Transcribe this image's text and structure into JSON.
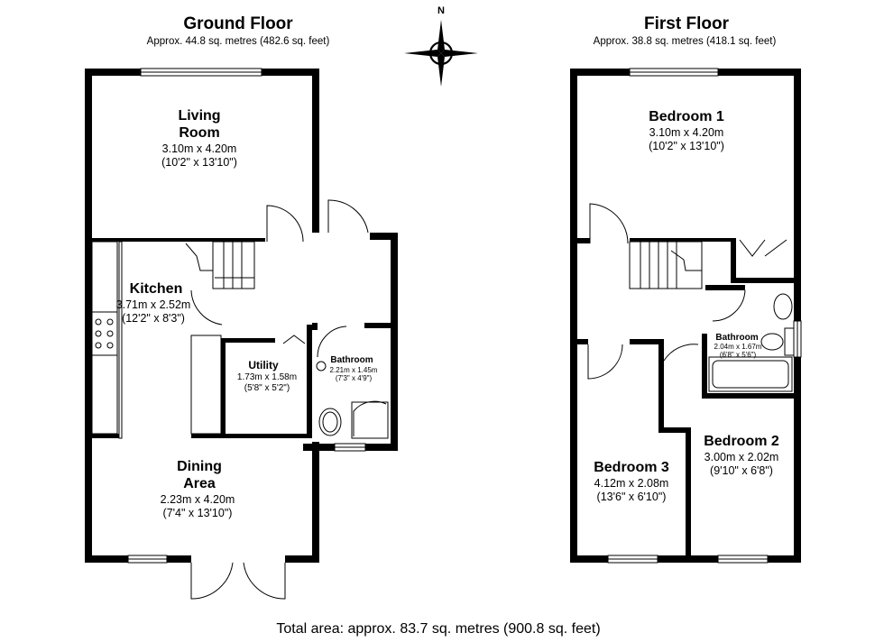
{
  "compass": {
    "label": "N",
    "icon": "compass-icon"
  },
  "ground_floor": {
    "title": "Ground Floor",
    "area": "Approx. 44.8 sq. metres (482.6 sq. feet)",
    "rooms": {
      "living_room": {
        "name_line1": "Living",
        "name_line2": "Room",
        "metric": "3.10m x 4.20m",
        "imperial": "(10'2\" x 13'10\")"
      },
      "kitchen": {
        "name": "Kitchen",
        "metric": "3.71m x 2.52m",
        "imperial": "(12'2\" x 8'3\")"
      },
      "utility": {
        "name": "Utility",
        "metric": "1.73m x 1.58m",
        "imperial": "(5'8\" x 5'2\")"
      },
      "bathroom": {
        "name": "Bathroom",
        "metric": "2.21m x 1.45m",
        "imperial": "(7'3\" x 4'9\")"
      },
      "dining_area": {
        "name_line1": "Dining",
        "name_line2": "Area",
        "metric": "2.23m x 4.20m",
        "imperial": "(7'4\" x 13'10\")"
      }
    }
  },
  "first_floor": {
    "title": "First Floor",
    "area": "Approx. 38.8 sq. metres (418.1 sq. feet)",
    "rooms": {
      "bedroom_1": {
        "name": "Bedroom 1",
        "metric": "3.10m x 4.20m",
        "imperial": "(10'2\" x 13'10\")"
      },
      "bathroom": {
        "name": "Bathroom",
        "metric": "2.04m x 1.67m",
        "imperial": "(6'8\" x 5'6\")"
      },
      "bedroom_2": {
        "name": "Bedroom 2",
        "metric": "3.00m x 2.02m",
        "imperial": "(9'10\" x 6'8\")"
      },
      "bedroom_3": {
        "name": "Bedroom 3",
        "metric": "4.12m x 2.08m",
        "imperial": "(13'6\" x 6'10\")"
      }
    }
  },
  "total_area": "Total area: approx. 83.7 sq. metres (900.8 sq. feet)"
}
